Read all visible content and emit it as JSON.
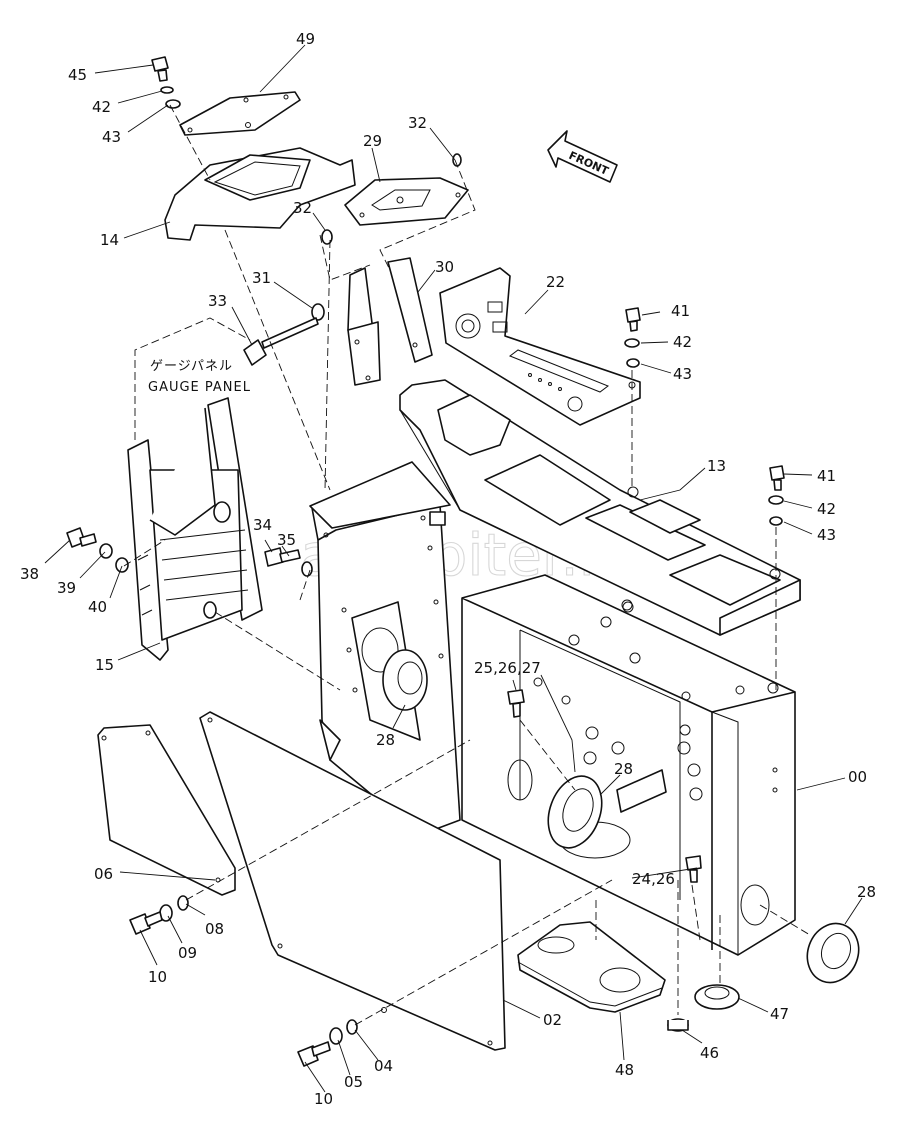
{
  "diagram": {
    "labels": {
      "l49": "49",
      "l45": "45",
      "l42a": "42",
      "l43a": "43",
      "l32a": "32",
      "l29": "29",
      "l32b": "32",
      "l14": "14",
      "l30": "30",
      "l22": "22",
      "l31": "31",
      "l33": "33",
      "l41a": "41",
      "l42b": "42",
      "l43b": "43",
      "l13": "13",
      "l41b": "41",
      "l42c": "42",
      "l43c": "43",
      "l34": "34",
      "l35": "35",
      "l38": "38",
      "l39": "39",
      "l40": "40",
      "l15": "15",
      "l28a": "28",
      "l25": "25,26,27",
      "l28b": "28",
      "l00": "00",
      "l28c": "28",
      "l06": "06",
      "l24": "24,26",
      "l08": "08",
      "l09": "09",
      "l10a": "10",
      "l47": "47",
      "l02": "02",
      "l46": "46",
      "l48": "48",
      "l04": "04",
      "l05": "05",
      "l10b": "10"
    },
    "gauge_panel_jp": "ゲージパネル",
    "gauge_panel_en": "GAUGE PANEL",
    "front_arrow": "FRONT",
    "watermark": "autopiter.ru"
  }
}
